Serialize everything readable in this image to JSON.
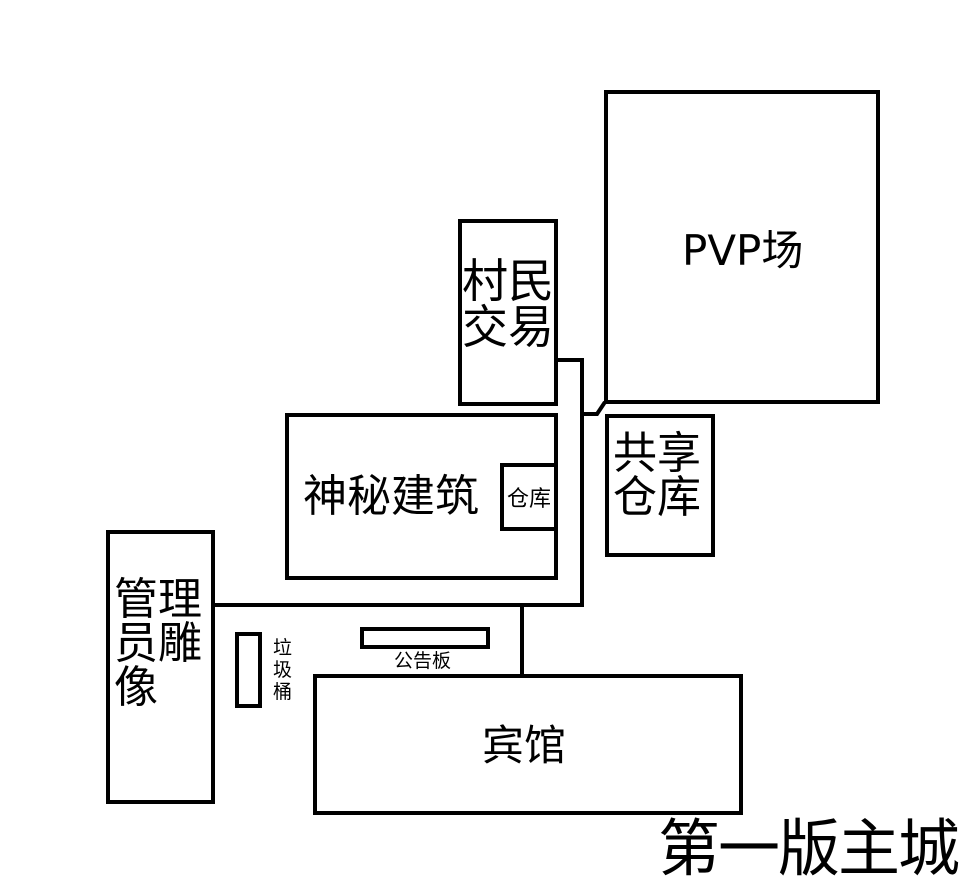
{
  "title": "第一版主城",
  "buildings": {
    "pvp_arena": "PVP场",
    "villager_trade": [
      "村民",
      "交易"
    ],
    "mystery_building": "神秘建筑",
    "inner_warehouse": "仓库",
    "shared_warehouse": [
      "共享",
      "仓库"
    ],
    "admin_statue": [
      "管理",
      "员雕",
      "像"
    ],
    "trash_can": [
      "垃",
      "圾",
      "桶"
    ],
    "bulletin_board": "公告板",
    "hotel": "宾馆"
  },
  "colors": {
    "stroke": "#000000",
    "background": "#ffffff"
  }
}
